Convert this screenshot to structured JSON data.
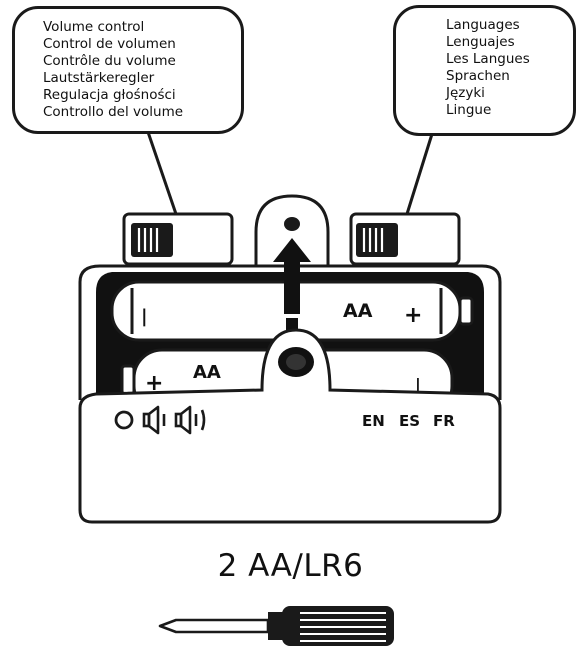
{
  "volume_callout": {
    "lines": [
      "Volume control",
      "Control de volumen",
      "Contrôle du volume",
      "Lautstärkeregler",
      "Regulacja głośności",
      "Controllo del volume"
    ]
  },
  "language_callout": {
    "lines": [
      "Languages",
      "Lenguajes",
      "Les Langues",
      "Sprachen",
      "Języki",
      "Lingue"
    ]
  },
  "batteries": {
    "top": {
      "label": "AA",
      "plus": "+",
      "minus": "|"
    },
    "bottom": {
      "label": "AA",
      "plus": "+",
      "minus": "|"
    }
  },
  "language_codes": [
    "EN",
    "ES",
    "FR"
  ],
  "battery_spec": "2 AA/LR6",
  "icons": [
    "volume-off-icon",
    "volume-low-icon",
    "volume-high-icon",
    "arrow-up-icon",
    "screwdriver-icon"
  ]
}
